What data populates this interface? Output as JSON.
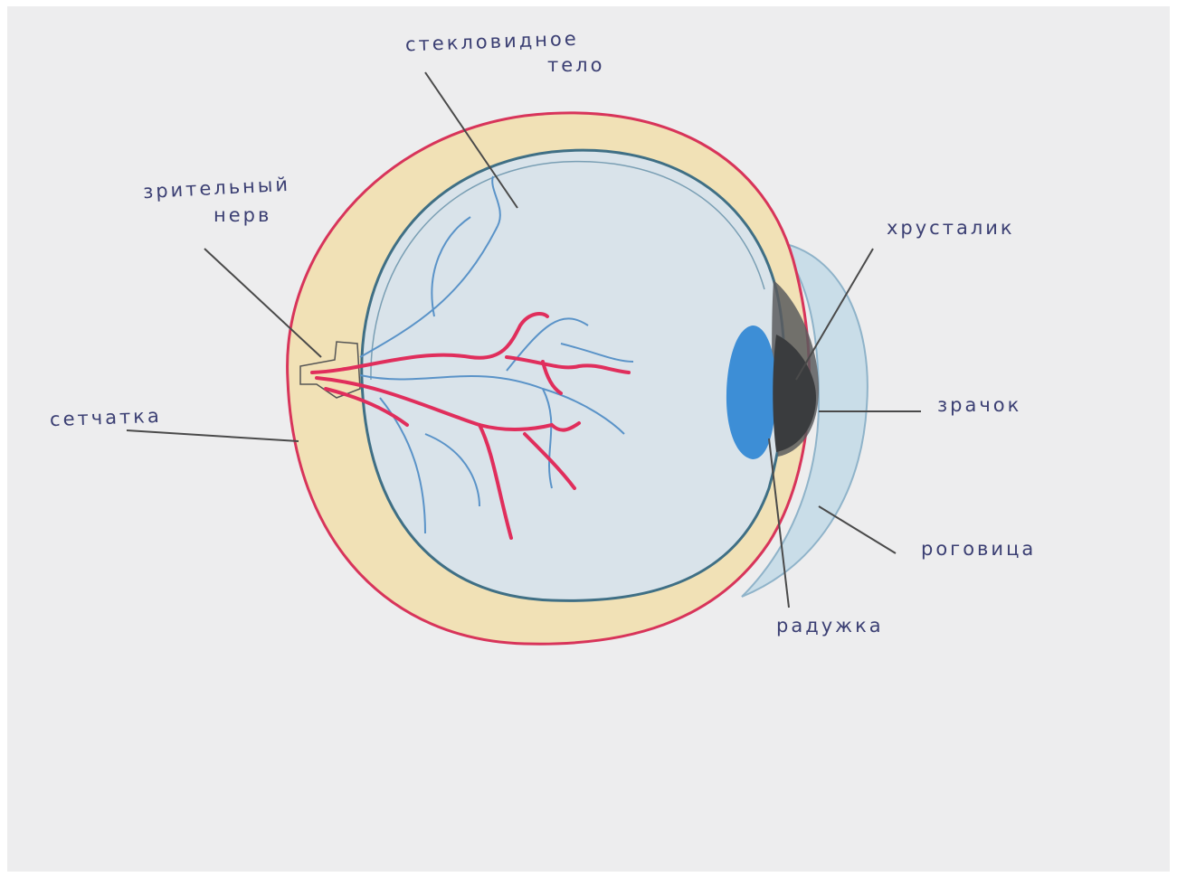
{
  "labels": {
    "vitreous_line1": "стекловидное",
    "vitreous_line2": "тело",
    "optic_nerve_line1": "зрительный",
    "optic_nerve_line2": "нерв",
    "lens": "хрусталик",
    "pupil": "зрачок",
    "cornea": "роговица",
    "iris": "радужка",
    "retina": "сетчатка"
  },
  "colors": {
    "paper": "#ededee",
    "sclera_outline": "#d8345a",
    "choroid_fill": "#f1e1b6",
    "vitreous_fill": "#d9e3ea",
    "inner_outline": "#3f6f85",
    "blood_vessels_red": "#e02e5c",
    "blood_vessels_blue": "#5a93c8",
    "iris_blue": "#3d8ed6",
    "pupil_dark": "#3a3c3e",
    "cornea_fill": "#c9dde8",
    "label_ink": "#3b3f73",
    "leader_line": "#4a4a4a"
  }
}
